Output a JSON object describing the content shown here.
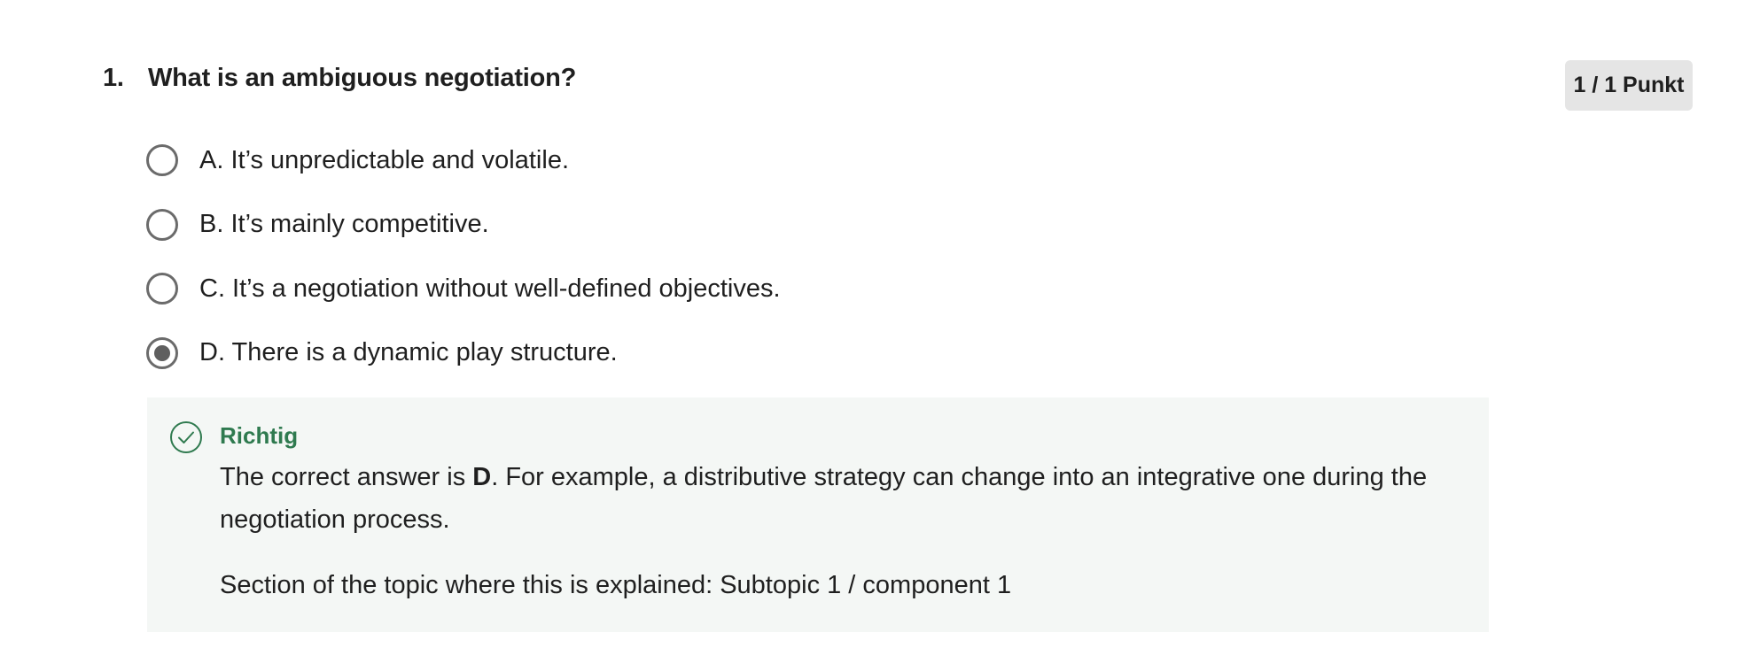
{
  "question": {
    "number": "1.",
    "text": "What is an ambiguous negotiation?",
    "score": "1 / 1 Punkt"
  },
  "options": [
    {
      "label": "A. It’s unpredictable and volatile.",
      "selected": false
    },
    {
      "label": "B. It’s mainly competitive.",
      "selected": false
    },
    {
      "label": "C. It’s a negotiation without well-defined objectives.",
      "selected": false
    },
    {
      "label": "D. There is a dynamic play structure.",
      "selected": true
    }
  ],
  "feedback": {
    "icon": "check-circle-icon",
    "status": "Richtig",
    "status_color": "#2f7a4f",
    "text_before": "The correct answer is ",
    "answer": "D",
    "text_after": ". For example, a distributive strategy can change into an integrative one during the negotiation process.",
    "section": "Section of the topic where this is explained: Subtopic 1 / component 1"
  }
}
